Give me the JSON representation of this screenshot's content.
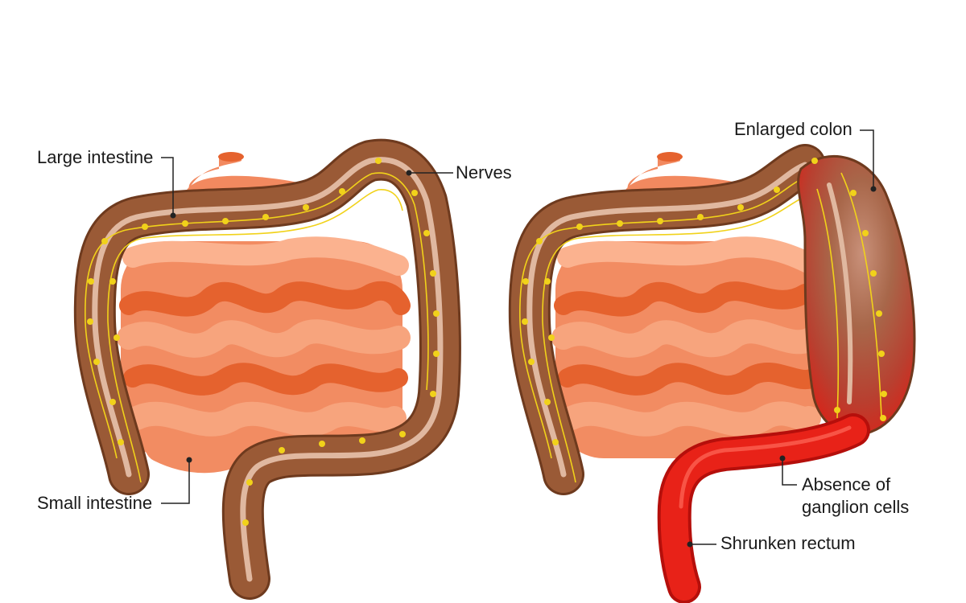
{
  "labels": {
    "large_intestine": "Large intestine",
    "nerves": "Nerves",
    "small_intestine": "Small intestine",
    "enlarged_colon": "Enlarged colon",
    "absence_line1": "Absence of",
    "absence_line2": "ganglion cells",
    "shrunken_rectum": "Shrunken rectum"
  },
  "colors": {
    "colon": "#9a5a36",
    "colon_edge": "#6e3a1e",
    "colon_inner": "#e0b8a0",
    "small_intestine": "#f2895f",
    "small_intestine_light": "#f7a47d",
    "small_intestine_dark": "#e5622e",
    "nerve": "#f1d21a",
    "rectum": "#d71a14",
    "leader": "#222222"
  }
}
